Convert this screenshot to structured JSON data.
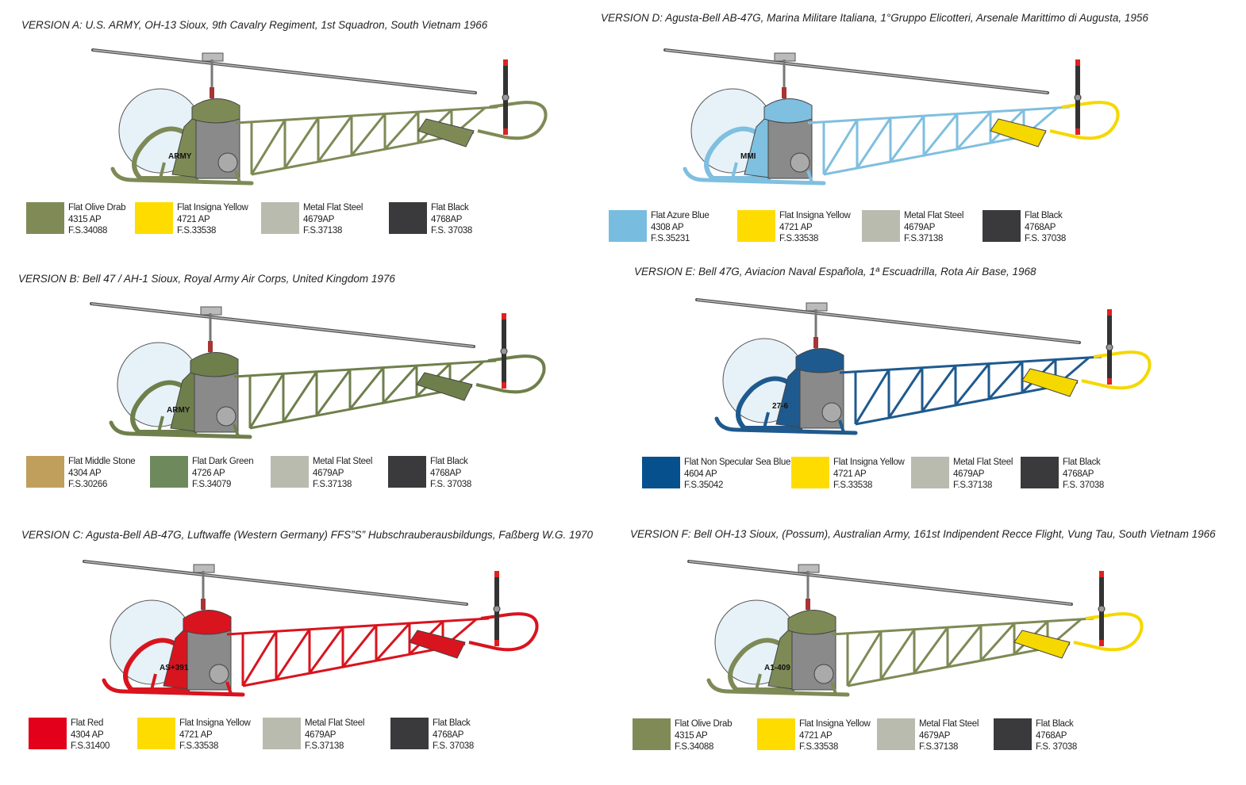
{
  "versions": [
    {
      "id": "A",
      "title": "VERSION A: U.S. ARMY, OH-13 Sioux, 9th Cavalry Regiment, 1st Squadron, South Vietnam 1966",
      "body_color": "#7e8a56",
      "tail_color": "#7e8a56",
      "marking": "ARMY",
      "paints": [
        {
          "name": "Flat Olive Drab",
          "code": "4315  AP",
          "fs": "F.S.34088",
          "color": "#808a56"
        },
        {
          "name": "Flat Insigna Yellow",
          "code": "4721 AP",
          "fs": "F.S.33538",
          "color": "#ffdc00"
        },
        {
          "name": "Metal Flat Steel",
          "code": "4679AP",
          "fs": "F.S.37138",
          "color": "#b9bbae"
        },
        {
          "name": "Flat Black",
          "code": "4768AP",
          "fs": "F.S. 37038",
          "color": "#3a3a3c"
        }
      ]
    },
    {
      "id": "B",
      "title": "VERSION B: Bell 47 / AH-1 Sioux, Royal Army Air Corps, United Kingdom 1976",
      "body_color": "#6f7f4c",
      "tail_color": "#6f7f4c",
      "marking": "ARMY",
      "paints": [
        {
          "name": "Flat Middle Stone",
          "code": "4304  AP",
          "fs": "F.S.30266",
          "color": "#c09e5c"
        },
        {
          "name": "Flat Dark Green",
          "code": "4726 AP",
          "fs": "F.S.34079",
          "color": "#6e8a5c"
        },
        {
          "name": "Metal Flat Steel",
          "code": "4679AP",
          "fs": "F.S.37138",
          "color": "#b9bbae"
        },
        {
          "name": "Flat Black",
          "code": "4768AP",
          "fs": "F.S. 37038",
          "color": "#3a3a3c"
        }
      ]
    },
    {
      "id": "C",
      "title": "VERSION C: Agusta-Bell AB-47G, Luftwaffe (Western Germany) FFS”S” Hubschrauberausbildungs, Faßberg W.G. 1970",
      "body_color": "#d8141e",
      "tail_color": "#d8141e",
      "marking": "AS+391",
      "paints": [
        {
          "name": "Flat Red",
          "code": "4304  AP",
          "fs": "F.S.31400",
          "color": "#e2001a"
        },
        {
          "name": "Flat Insigna Yellow",
          "code": "4721 AP",
          "fs": "F.S.33538",
          "color": "#ffdc00"
        },
        {
          "name": "Metal Flat Steel",
          "code": "4679AP",
          "fs": "F.S.37138",
          "color": "#b9bbae"
        },
        {
          "name": "Flat Black",
          "code": "4768AP",
          "fs": "F.S. 37038",
          "color": "#3a3a3c"
        }
      ]
    },
    {
      "id": "D",
      "title": "VERSION D: Agusta-Bell AB-47G, Marina Militare Italiana, 1°Gruppo Elicotteri, Arsenale Marittimo di Augusta, 1956",
      "body_color": "#7fbfe0",
      "tail_color": "#f5d800",
      "marking": "MMI",
      "paints": [
        {
          "name": "Flat Azure Blue",
          "code": "4308  AP",
          "fs": "F.S.35231",
          "color": "#78bde0"
        },
        {
          "name": "Flat Insigna Yellow",
          "code": "4721 AP",
          "fs": "F.S.33538",
          "color": "#ffdc00"
        },
        {
          "name": "Metal Flat Steel",
          "code": "4679AP",
          "fs": "F.S.37138",
          "color": "#b9bbae"
        },
        {
          "name": "Flat Black",
          "code": "4768AP",
          "fs": "F.S. 37038",
          "color": "#3a3a3c"
        }
      ]
    },
    {
      "id": "E",
      "title": "VERSION E: Bell 47G, Aviacion Naval Española, 1ª Escuadrilla, Rota Air Base, 1968",
      "body_color": "#1f5a8e",
      "tail_color": "#f5d800",
      "marking": "27-6",
      "paints": [
        {
          "name": "Flat Non Specular Sea Blue",
          "code": "4604  AP",
          "fs": "F.S.35042",
          "color": "#06508e"
        },
        {
          "name": "Flat Insigna Yellow",
          "code": "4721 AP",
          "fs": "F.S.33538",
          "color": "#ffdc00"
        },
        {
          "name": "Metal Flat Steel",
          "code": "4679AP",
          "fs": "F.S.37138",
          "color": "#b9bbae"
        },
        {
          "name": "Flat Black",
          "code": "4768AP",
          "fs": "F.S. 37038",
          "color": "#3a3a3c"
        }
      ]
    },
    {
      "id": "F",
      "title": "VERSION F: Bell OH-13 Sioux, (Possum), Australian Army, 161st Indipendent Recce Flight, Vung Tau, South Vietnam 1966",
      "body_color": "#7e8a56",
      "tail_color": "#f5d800",
      "marking": "A1-409",
      "paints": [
        {
          "name": "Flat Olive Drab",
          "code": "4315  AP",
          "fs": "F.S.34088",
          "color": "#808a56"
        },
        {
          "name": "Flat Insigna Yellow",
          "code": "4721 AP",
          "fs": "F.S.33538",
          "color": "#ffdc00"
        },
        {
          "name": "Metal Flat Steel",
          "code": "4679AP",
          "fs": "F.S.37138",
          "color": "#b9bbae"
        },
        {
          "name": "Flat Black",
          "code": "4768AP",
          "fs": "F.S. 37038",
          "color": "#3a3a3c"
        }
      ]
    }
  ]
}
